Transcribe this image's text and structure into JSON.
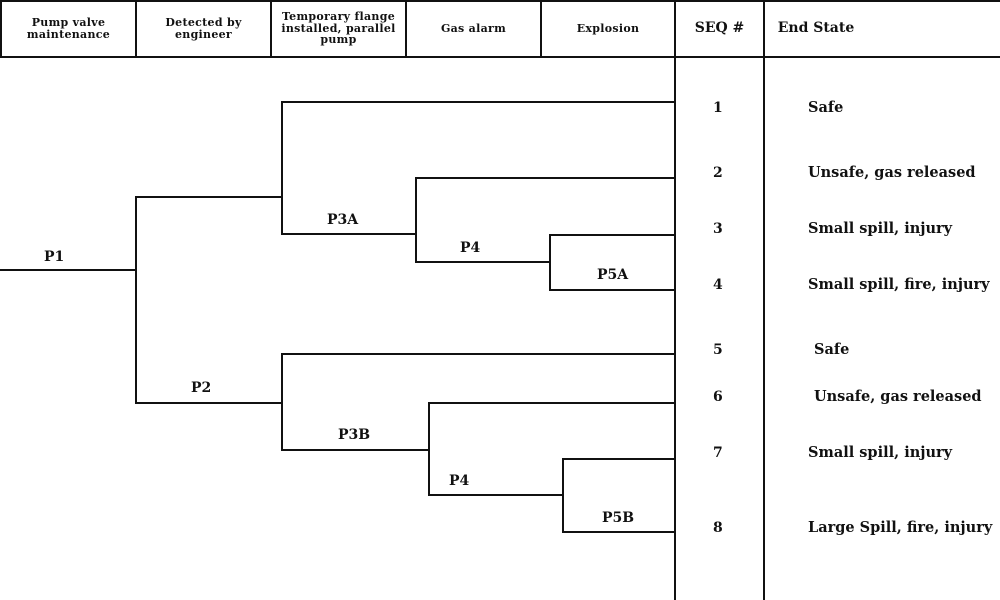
{
  "header": {
    "columns": [
      "Pump valve\nmaintenance",
      "Detected by\nengineer",
      "Temporary flange\ninstalled, parallel\npump",
      "Gas alarm",
      "Explosion"
    ],
    "seq_label": "SEQ #",
    "end_state_label": "End State"
  },
  "nodes": {
    "p1": "P1",
    "p2": "P2",
    "p3a": "P3A",
    "p3b": "P3B",
    "p4_top": "P4",
    "p4_bottom": "P4",
    "p5a": "P5A",
    "p5b": "P5B"
  },
  "sequences": [
    {
      "seq": "1",
      "end_state": "Safe"
    },
    {
      "seq": "2",
      "end_state": "Unsafe, gas released"
    },
    {
      "seq": "3",
      "end_state": "Small spill, injury"
    },
    {
      "seq": "4",
      "end_state": "Small spill, fire, injury"
    },
    {
      "seq": "5",
      "end_state": "Safe"
    },
    {
      "seq": "6",
      "end_state": "Unsafe, gas released"
    },
    {
      "seq": "7",
      "end_state": "Small spill, injury"
    },
    {
      "seq": "8",
      "end_state": "Large Spill, fire, injury"
    }
  ]
}
